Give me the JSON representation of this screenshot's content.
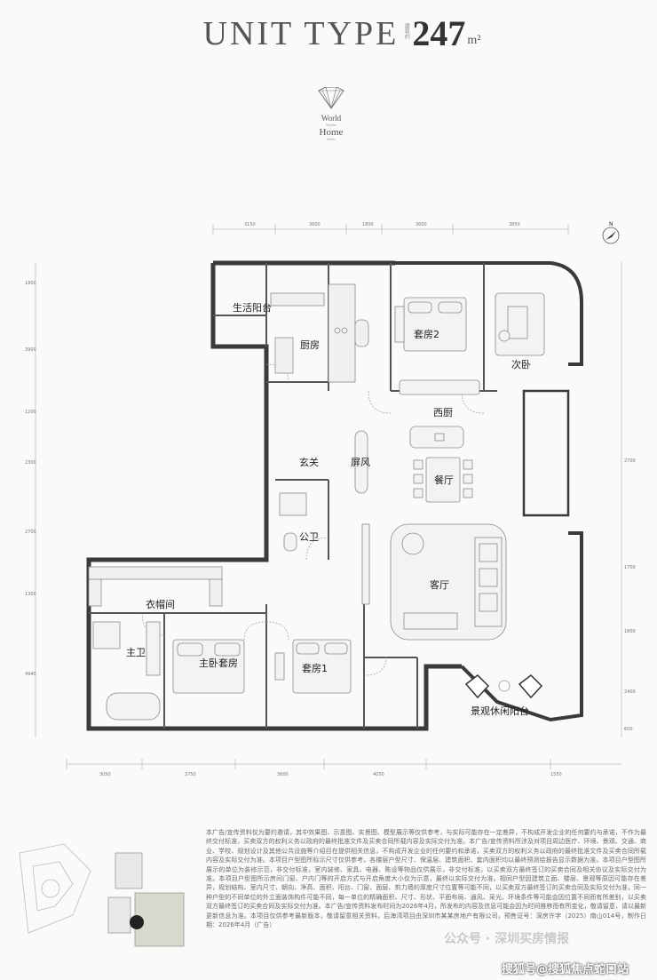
{
  "title": {
    "main": "UNIT TYPE",
    "small": "建筑约",
    "area": "247",
    "unit": "m²"
  },
  "brand": {
    "line1": "World",
    "line2": "Skyline",
    "line3": "Home",
    "line4": "Suites"
  },
  "dimensions": {
    "top": [
      "3150",
      "3600",
      "1800",
      "3600",
      "3850"
    ],
    "bottom": [
      "3050",
      "3750",
      "3600",
      "4050",
      "1550"
    ],
    "left": [
      "1800",
      "3900",
      "1200",
      "2300",
      "2700",
      "1300",
      "4940"
    ],
    "right": [
      "2700",
      "1700",
      "1800",
      "2400",
      "600"
    ]
  },
  "rooms": {
    "service_balcony": "生活阳台",
    "kitchen": "厨房",
    "suite2": "套房2",
    "second_bedroom": "次卧",
    "western_kitchen": "西厨",
    "foyer": "玄关",
    "screen": "屏风",
    "dining": "餐厅",
    "public_bath": "公卫",
    "living": "客厅",
    "cloakroom": "衣帽间",
    "master_bath": "主卫",
    "master_suite": "主卧套房",
    "suite1": "套房1",
    "view_balcony": "景观休闲阳台"
  },
  "compass": {
    "label": "N"
  },
  "disclaimer": "本广告/宣传资料仅为要约邀请，其中效果图、示意图、实景图、模型展示等仅供参考，与实际可能存在一定差异，不构成开发企业的任何要约与承诺，不作为最终交付标准，买卖双方的权利义务以政府的最终批准文件及买卖合同所载内容及实际交付为准。本广告/宣传资料所涉及对项目周边医疗、环境、景观、交通、商业、学校、规划设计及其他公共设施等介绍目在提供相关信息，不构成开发企业的任何要约和承诺，买卖双方的权利义务以政府的最终批准文件及买卖合同所载内容及实际交付为准。本项目户型图所标示尺寸仅供参考，各楼层户型尺寸、保温层、建筑面积、套内面积均以最终预测绘报告显示数据为准。本项目户型图所展示的单位为装修示范，非交付标准，室内装修、家具、电器、陈设等物品仅供展示，非交付标准，以买卖双方最终签订的买卖合同及相关协议及实际交付为准。本项目户型图所示房间门窗、户内门等的开启方式与开启角度大小仅为示意，最终以实际交付为准。相同户型因建筑立面、楼层、景观等原因可能存在差异，规划结构、室内尺寸、朝向、净高、面积、阳台、门窗、面层、剪力墙的厚度尺寸位置等可能不同，以买卖双方最终签订的买卖合同及实际交付为准，同一种户型的不同单位的外立面装饰构件可能不同，每一单位的精确面积、尺寸、形状、平面布局、通风、采光、环境条件等可能会因位置不同而有所差别，以买卖双方最终签订的买卖合同及实际交付为准。本广告/宣传资料发布时间为2026年4月，所发布的内容及信息可能会因为时间推移而有所变化，敬请留意，请以最新更新信息为准。本项目仅供参考最新版本，敬请留意相关资料，后海湾项目由深圳市某某房地产有限公司，预售证号：深房许字（2025）南山014号，制作日期：2026年4月（广告）",
  "watermark_left": "公众号 · 深圳买房情报",
  "watermark_right": "搜狐号@搜狐焦点蛇口站",
  "colors": {
    "wall": "#3a3a3a",
    "floor_line": "#9a9a9a",
    "furniture": "#8a8a8a",
    "dim": "#999999"
  }
}
